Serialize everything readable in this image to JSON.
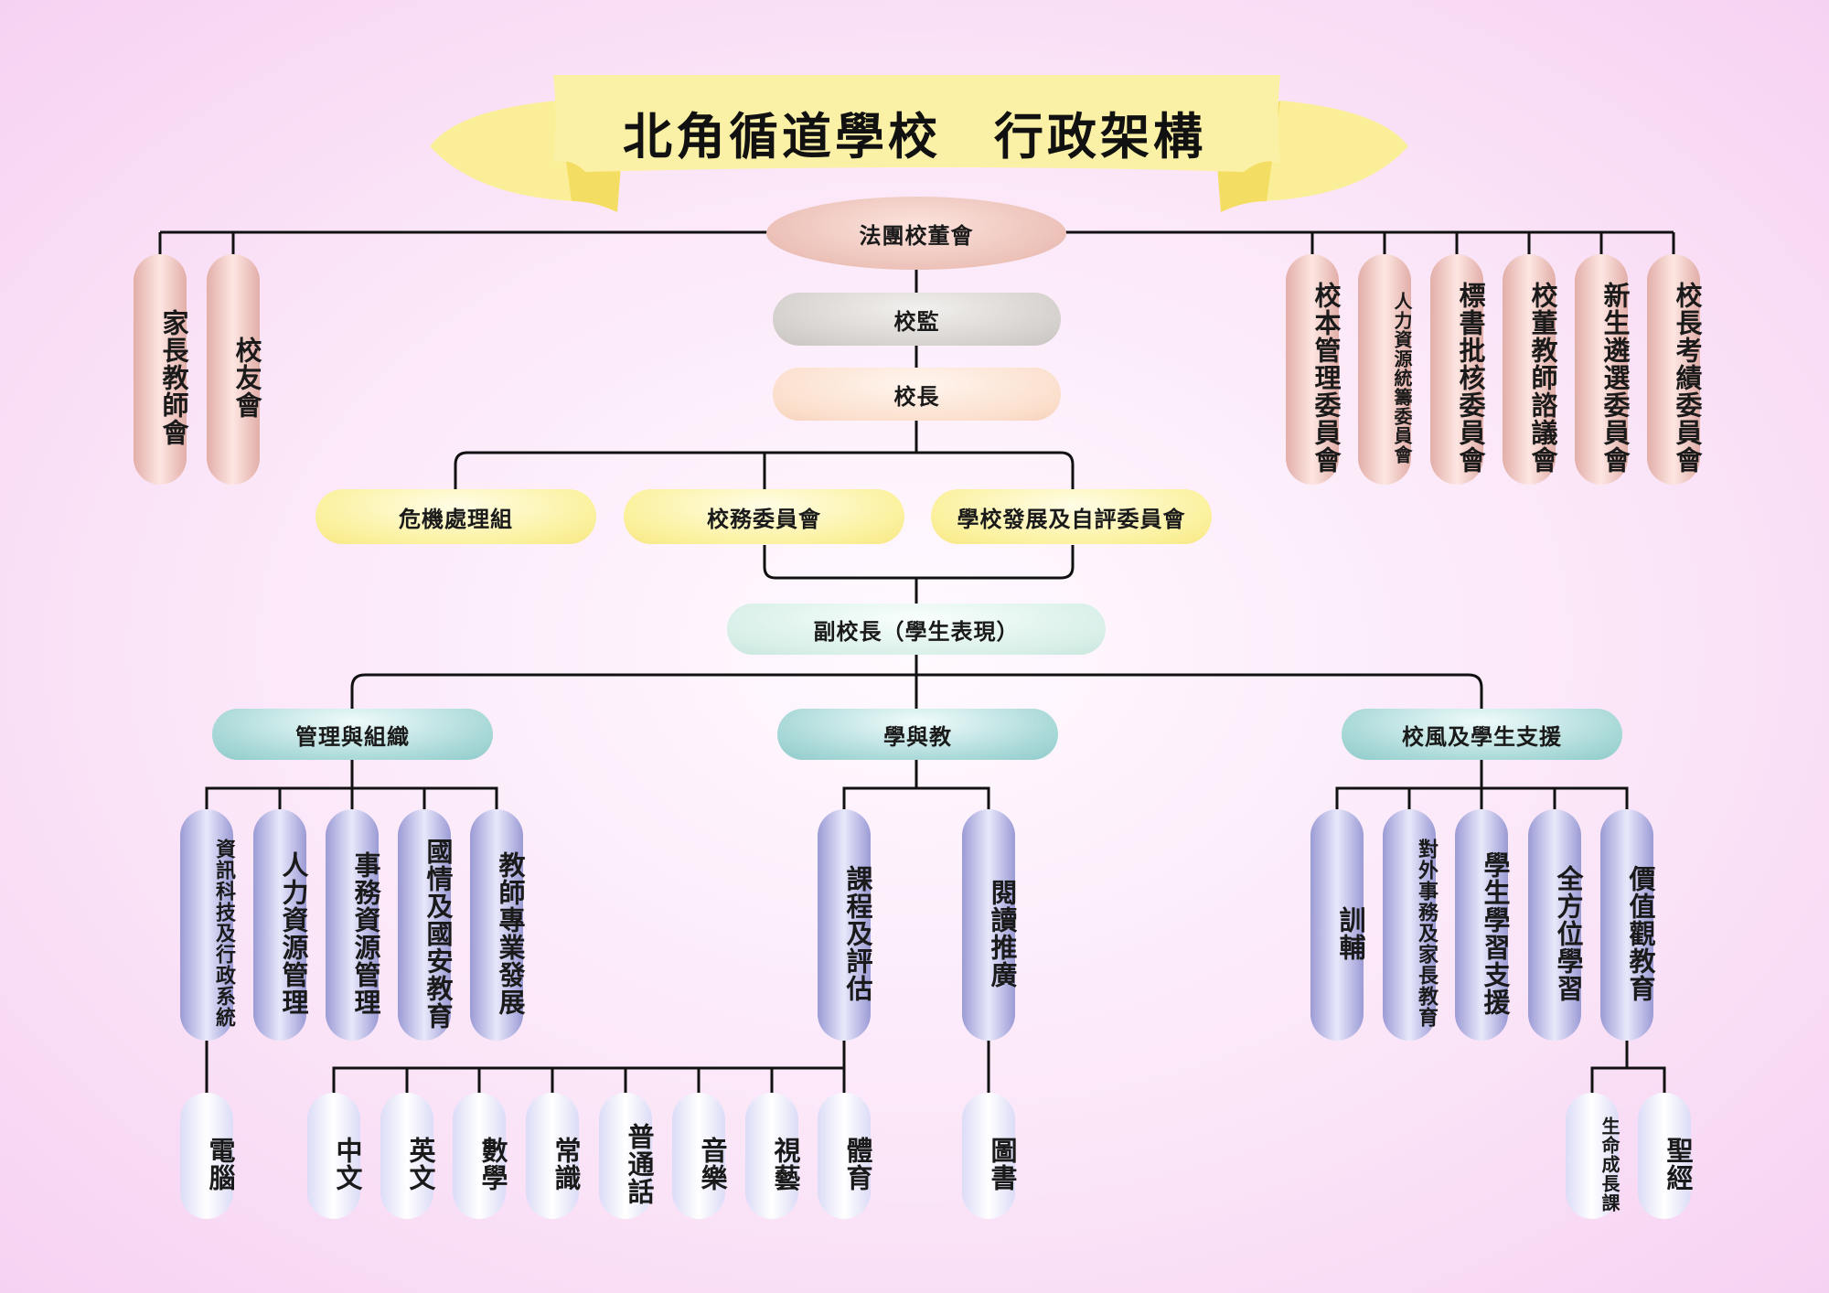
{
  "title": "北角循道學校　行政架構",
  "board": "法團校董會",
  "supervisor": "校監",
  "principal": "校長",
  "committees": [
    "危機處理組",
    "校務委員會",
    "學校發展及自評委員會"
  ],
  "vice_principal": "副校長（學生表現）",
  "left_bodies": [
    "家長教師會",
    "校友會"
  ],
  "right_bodies": [
    "校本管理委員會",
    "人力資源統籌委員會",
    "標書批核委員會",
    "校董教師諮議會",
    "新生遴選委員會",
    "校長考績委員會"
  ],
  "divisions": [
    "管理與組織",
    "學與教",
    "校風及學生支援"
  ],
  "management_units": [
    "資訊科技及行政系統",
    "人力資源管理",
    "事務資源管理",
    "國情及國安教育",
    "教師專業發展"
  ],
  "teaching_units": [
    "課程及評估",
    "閱讀推廣"
  ],
  "support_units": [
    "訓輔",
    "對外事務及家長教育",
    "學生學習支援",
    "全方位學習",
    "價值觀教育"
  ],
  "computer": "電腦",
  "subjects": [
    "中文",
    "英文",
    "數學",
    "常識",
    "普通話",
    "音樂",
    "視藝",
    "體育"
  ],
  "library": "圖書",
  "values_sub": [
    "生命成長課",
    "聖經"
  ]
}
